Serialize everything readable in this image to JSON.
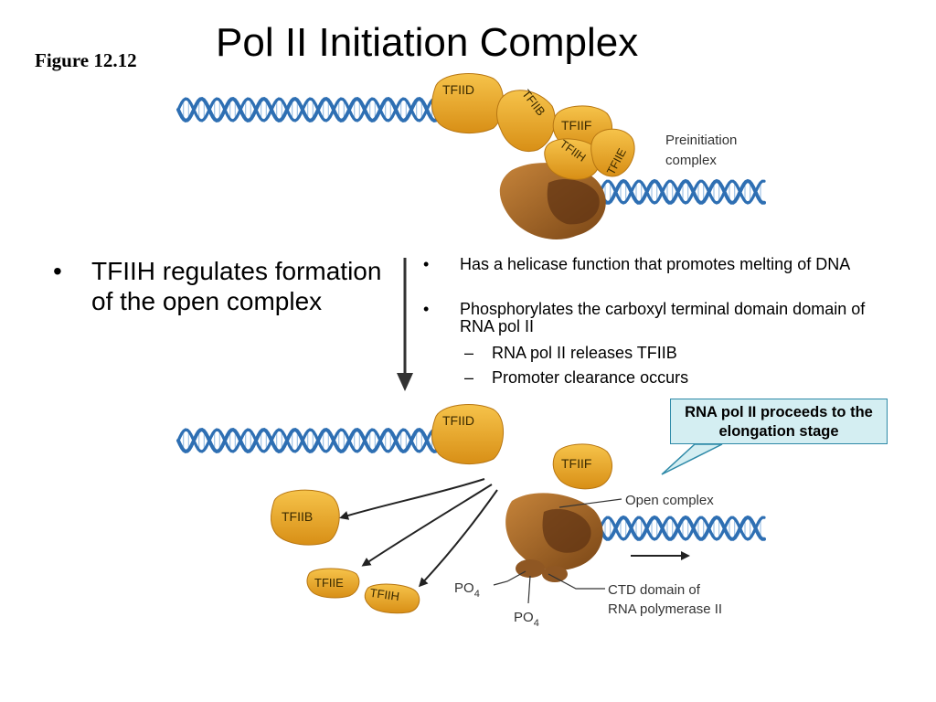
{
  "slide": {
    "figure_label": "Figure 12.12",
    "title": "Pol II Initiation Complex",
    "left_bullet": {
      "marker": "•",
      "text": "TFIIH regulates formation of the open complex"
    },
    "right_bullets": [
      {
        "marker": "•",
        "text": "Has a helicase function that promotes melting of DNA"
      },
      {
        "marker": "•",
        "text": "Phosphorylates the carboxyl terminal domain domain of RNA pol II"
      }
    ],
    "sub_bullets": [
      {
        "marker": "–",
        "text": "RNA pol II releases TFIIB"
      },
      {
        "marker": "–",
        "text": "Promoter clearance occurs"
      }
    ],
    "callout": "RNA pol II proceeds to the elongation stage"
  },
  "diagram_top": {
    "factors": {
      "tfiid": "TFIID",
      "tfiib": "TFIIB",
      "tfiif": "TFIIF",
      "tfiih": "TFIIH",
      "tfiie": "TFIIE"
    },
    "label_line1": "Preinitiation",
    "label_line2": "complex"
  },
  "diagram_bottom": {
    "factors": {
      "tfiid": "TFIID",
      "tfiif": "TFIIF",
      "tfiib": "TFIIB",
      "tfiie": "TFIIE",
      "tfiih": "TFIIH"
    },
    "open_complex": "Open complex",
    "po4": "PO",
    "po4_sub": "4",
    "ctd_line1": "CTD domain of",
    "ctd_line2": "RNA polymerase II"
  },
  "colors": {
    "dna": "#2e6fb3",
    "promoter": "#3aa33a",
    "factor": "#e8a325",
    "polymerase": "#a0662a",
    "callout_bg": "#d4eef2"
  }
}
